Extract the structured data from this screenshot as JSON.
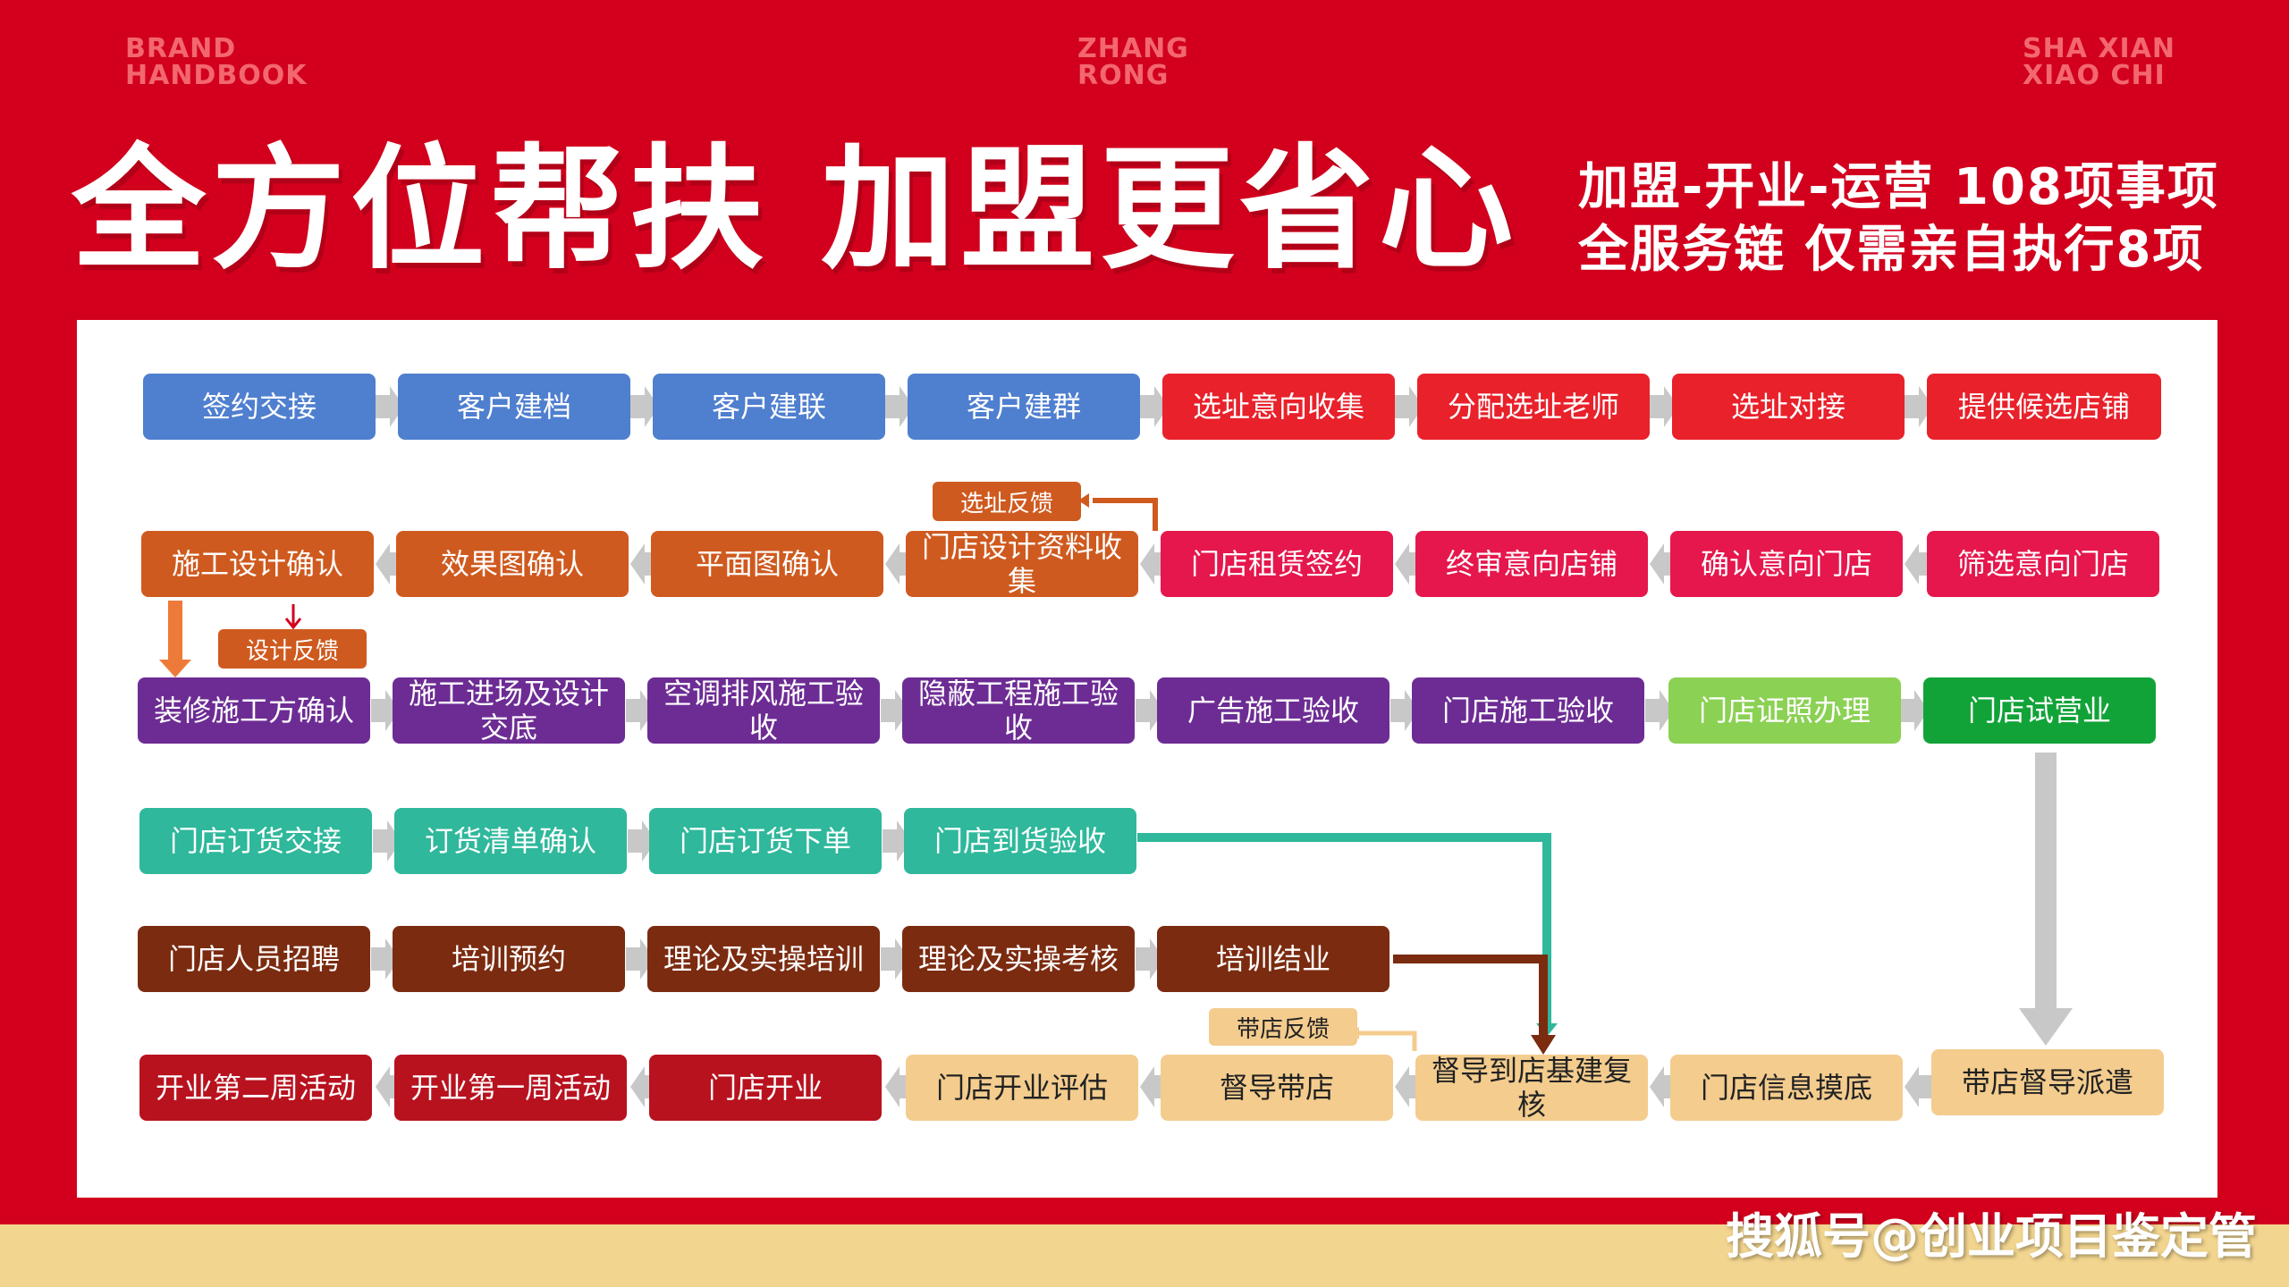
{
  "header": {
    "brand_left": "BRAND\nHANDBOOK",
    "brand_center": "ZHANG\nRONG",
    "brand_right": "SHA XIAN\nXIAO CHI",
    "title": "全方位帮扶 加盟更省心",
    "subtitle_line1": "加盟-开业-运营 108项事项",
    "subtitle_line2": "全服务链 仅需亲自执行8项"
  },
  "colors": {
    "blue": "#4f7fcf",
    "red": "#e8212b",
    "pink": "#e5174d",
    "orange": "#cf5a1f",
    "purple": "#6d2c94",
    "lightgreen": "#8bd154",
    "green": "#12a338",
    "teal": "#2fb89b",
    "brown": "#7b2b10",
    "darkred": "#b8121f",
    "beige": "#f3cc8e"
  },
  "nodes": {
    "n1": "签约交接",
    "n2": "客户建档",
    "n3": "客户建联",
    "n4": "客户建群",
    "n5": "选址意向收集",
    "n6": "分配选址老师",
    "n7": "选址对接",
    "n8": "提供候选店铺",
    "r2_1": "施工设计确认",
    "r2_2": "效果图确认",
    "r2_3": "平面图确认",
    "r2_4": "门店设计资料收集",
    "r2_5": "门店租赁签约",
    "r2_6": "终审意向店铺",
    "r2_7": "确认意向门店",
    "r2_8": "筛选意向门店",
    "r3_1": "装修施工方确认",
    "r3_2": "施工进场及设计交底",
    "r3_3": "空调排风施工验收",
    "r3_4": "隐蔽工程施工验收",
    "r3_5": "广告施工验收",
    "r3_6": "门店施工验收",
    "r3_7": "门店证照办理",
    "r3_8": "门店试营业",
    "r4_1": "门店订货交接",
    "r4_2": "订货清单确认",
    "r4_3": "门店订货下单",
    "r4_4": "门店到货验收",
    "r5_1": "门店人员招聘",
    "r5_2": "培训预约",
    "r5_3": "理论及实操培训",
    "r5_4": "理论及实操考核",
    "r5_5": "培训结业",
    "r6_1": "开业第二周活动",
    "r6_2": "开业第一周活动",
    "r6_3": "门店开业",
    "r6_4": "门店开业评估",
    "r6_5": "督导带店",
    "r6_6": "督导到店基建复核",
    "r6_7": "门店信息摸底",
    "r6_8": "带店督导派遣"
  },
  "tags": {
    "site_feedback": "选址反馈",
    "design_feedback": "设计反馈",
    "store_feedback": "带店反馈"
  },
  "watermark": "搜狐号@创业项目鉴定管"
}
